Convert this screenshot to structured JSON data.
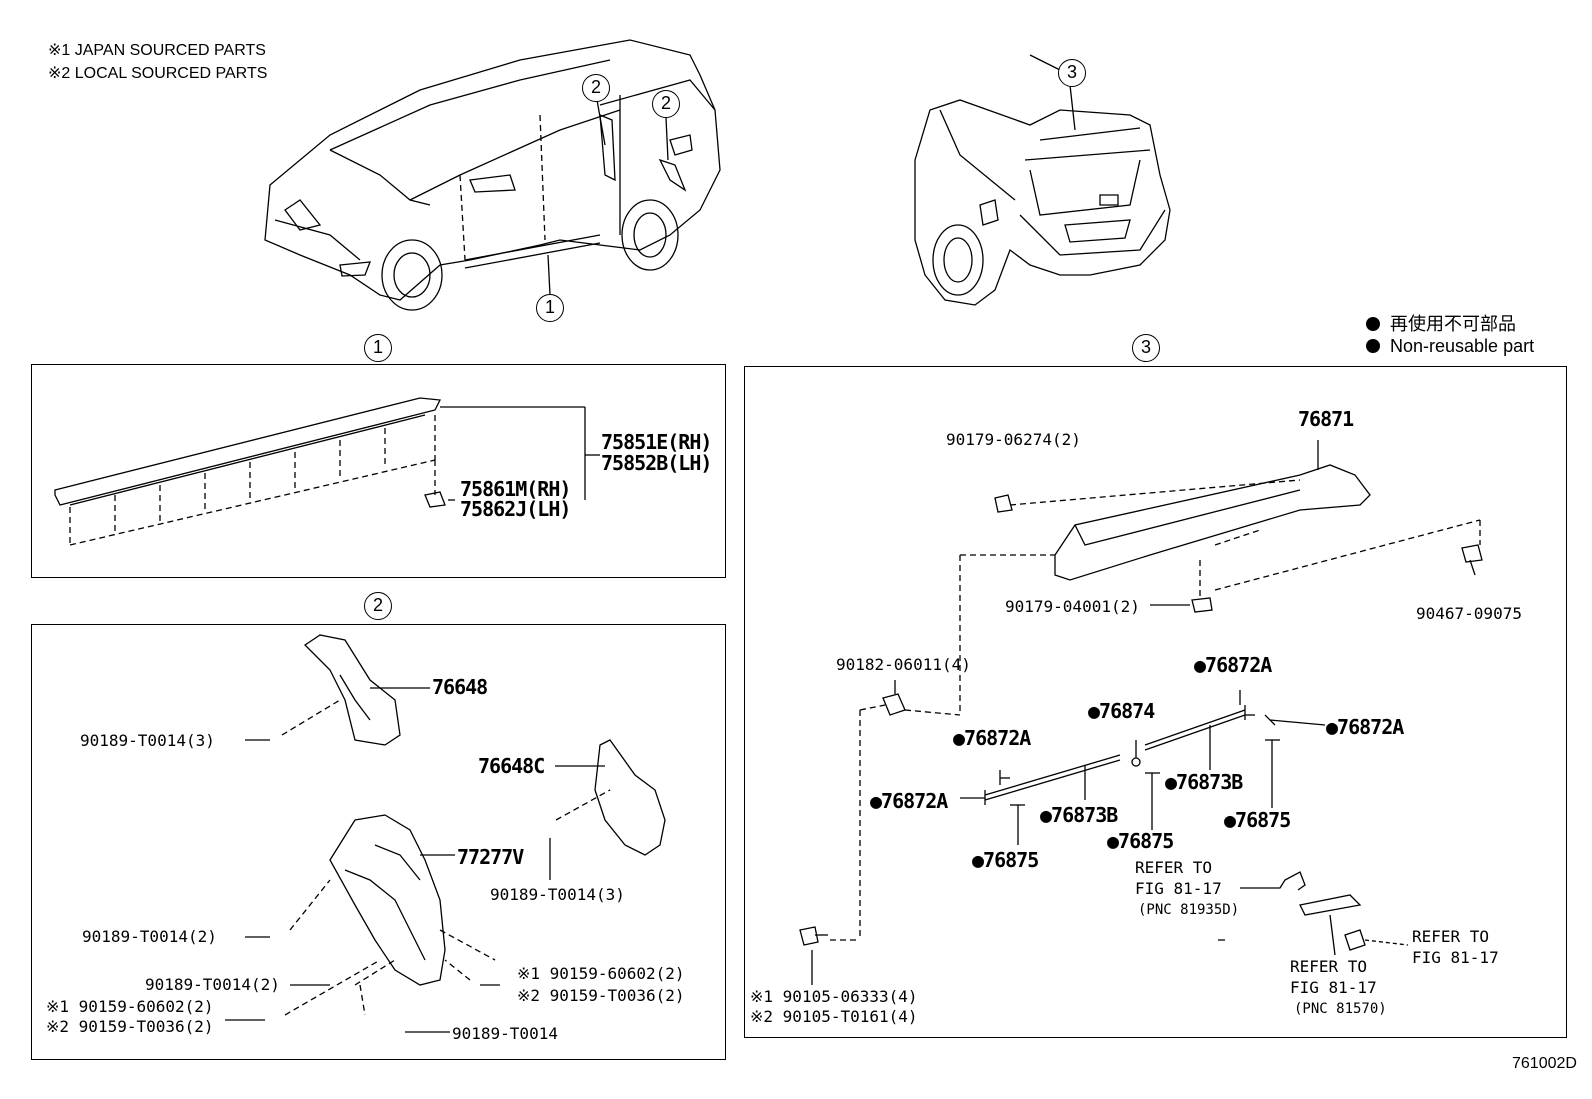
{
  "notes": {
    "japan": "※1 JAPAN SOURCED PARTS",
    "local": "※2 LOCAL SOURCED PARTS"
  },
  "callouts": {
    "c1": "1",
    "c2": "2",
    "c3": "3"
  },
  "legend": {
    "jp": "再使用不可部品",
    "en": "Non-reusable part"
  },
  "panel1": {
    "p1a": "75851E(RH)",
    "p1b": "75852B(LH)",
    "p1c": "75861M(RH)",
    "p1d": "75862J(LH)"
  },
  "panel2": {
    "p76648": "76648",
    "p76648c": "76648C",
    "p77277v": "77277V",
    "clip3a": "90189-T0014(3)",
    "clip3b": "90189-T0014(3)",
    "clip2a": "90189-T0014(2)",
    "clip2b": "90189-T0014(2)",
    "clip1": "90189-T0014",
    "scrA1": "※1 90159-60602(2)",
    "scrA2": "※2 90159-T0036(2)",
    "scrB1": "※1 90159-60602(2)",
    "scrB2": "※2 90159-T0036(2)"
  },
  "panel3": {
    "p76871": "76871",
    "n06274": "90179-06274(2)",
    "n04001": "90179-04001(2)",
    "n09075": "90467-09075",
    "n06011": "90182-06011(4)",
    "a1": "●76872A",
    "a2": "●76872A",
    "a3": "●76872A",
    "a4": "●76872A",
    "p76874": "●76874",
    "b1": "●76873B",
    "b2": "●76873B",
    "c1": "●76875",
    "c2": "●76875",
    "c3": "●76875",
    "ref1a": "REFER TO",
    "ref1b": "FIG 81-17",
    "ref1c": "(PNC 81935D)",
    "ref2a": "REFER TO",
    "ref2b": "FIG 81-17",
    "ref2c": "(PNC 81570)",
    "ref3a": "REFER TO",
    "ref3b": "FIG 81-17",
    "bolt1": "※1 90105-06333(4)",
    "bolt2": "※2 90105-T0161(4)"
  },
  "figure_id": "761002D"
}
